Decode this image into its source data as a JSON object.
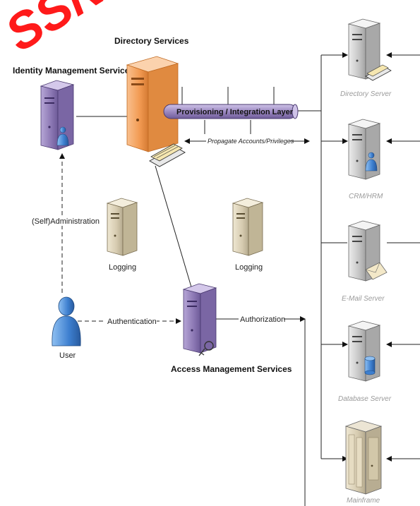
{
  "watermark": {
    "text": "SSN"
  },
  "titles": {
    "directory_services": "Directory Services",
    "identity_management": "Identity Management Services",
    "access_management": "Access Management Services"
  },
  "layer": {
    "label": "Provisioning / Integration Layer"
  },
  "labels": {
    "propagate": "Propagate Accounts/Privileges",
    "self_admin": "(Self)Administration",
    "authentication": "Authentication",
    "authorization": "Authorization",
    "user": "User",
    "logging_left": "Logging",
    "logging_right": "Logging"
  },
  "servers": [
    {
      "label": "Directory Server",
      "icon": "folder-icon"
    },
    {
      "label": "CRM/HRM",
      "icon": "person-icon"
    },
    {
      "label": "E-Mail Server",
      "icon": "envelope-icon"
    },
    {
      "label": "Database Server",
      "icon": "database-icon"
    },
    {
      "label": "Mainframe",
      "icon": "mainframe-icon"
    }
  ],
  "colors": {
    "watermark": "#ff1a1a",
    "orange_server": "#f4a060",
    "purple_server": "#8c78b4",
    "beige_server": "#d6cbb0",
    "gray_server": "#c8c8c8",
    "layer_bar": "#9d8ac2",
    "user_blue": "#3d7fcf"
  }
}
